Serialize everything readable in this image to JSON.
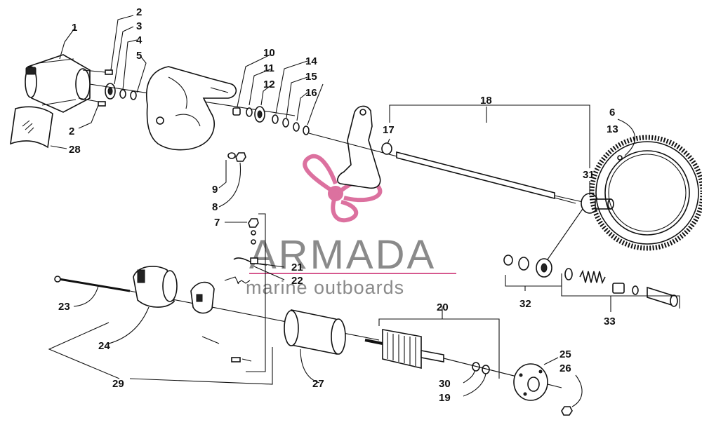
{
  "watermark": {
    "brand": "ARMADA",
    "tagline": "marine outboards",
    "accent_color": "#d6598f",
    "text_color": "#8a8a8a"
  },
  "callouts": [
    "1",
    "2",
    "3",
    "4",
    "5",
    "2",
    "28",
    "10",
    "11",
    "12",
    "14",
    "15",
    "16",
    "9",
    "8",
    "17",
    "18",
    "6",
    "13",
    "31",
    "7",
    "21",
    "22",
    "32",
    "33",
    "23",
    "24",
    "20",
    "27",
    "29",
    "30",
    "19",
    "25",
    "26"
  ]
}
